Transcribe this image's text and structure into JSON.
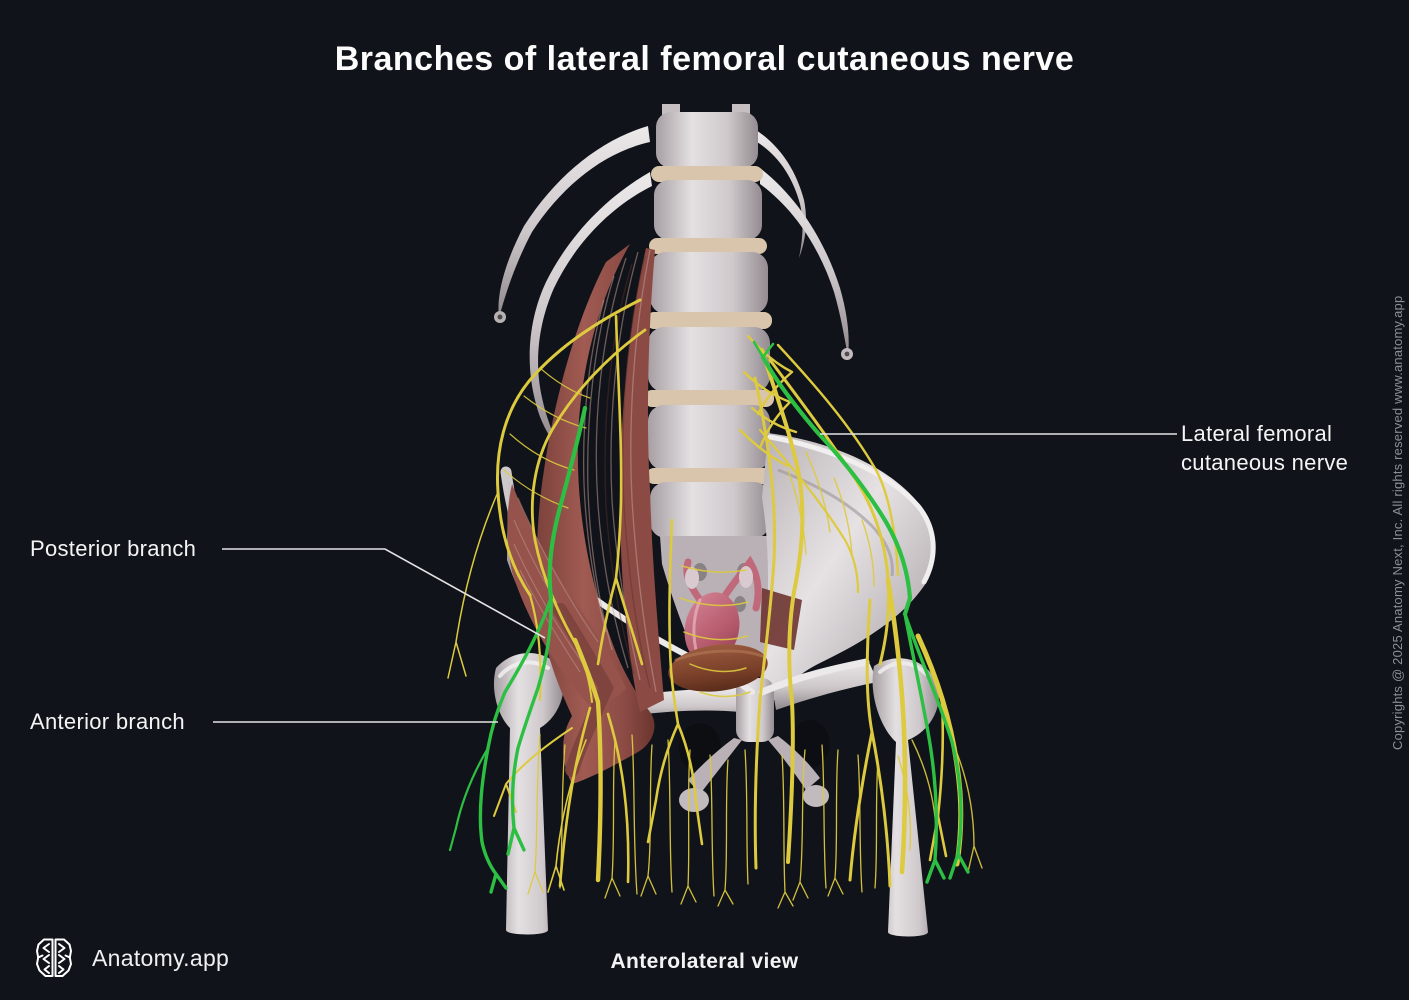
{
  "page": {
    "title": "Branches of lateral femoral cutaneous nerve",
    "view_caption": "Anterolateral view"
  },
  "brand": {
    "name": "Anatomy.app",
    "logo_icon": "brain-icon"
  },
  "copyright_notice": "Copyrights @ 2025 Anatomy Next, Inc. All rights reserved www.anatomy.app",
  "annotations": {
    "lateral_femoral_cutaneous_nerve": {
      "line1": "Lateral femoral",
      "line2": "cutaneous nerve"
    },
    "posterior_branch": {
      "label": "Posterior branch"
    },
    "anterior_branch": {
      "label": "Anterior branch"
    }
  },
  "colors": {
    "background": "#101319",
    "nerve_yellow": "#ddca3e",
    "nerve_yellow_bright": "#ecdc5d",
    "nerve_highlight_green": "#2dbf43",
    "bone": "#cfc9cc",
    "bone_highlight": "#eceaec",
    "disc": "#d8c5ab",
    "muscle": "#96544d",
    "muscle_light": "#b07a6f",
    "organ_pink": "#c0697a",
    "organ_brown": "#7e4430",
    "label_text": "#f4f4f5",
    "leader_line": "#e3e3e5",
    "copyright_text": "#8c8f95"
  }
}
